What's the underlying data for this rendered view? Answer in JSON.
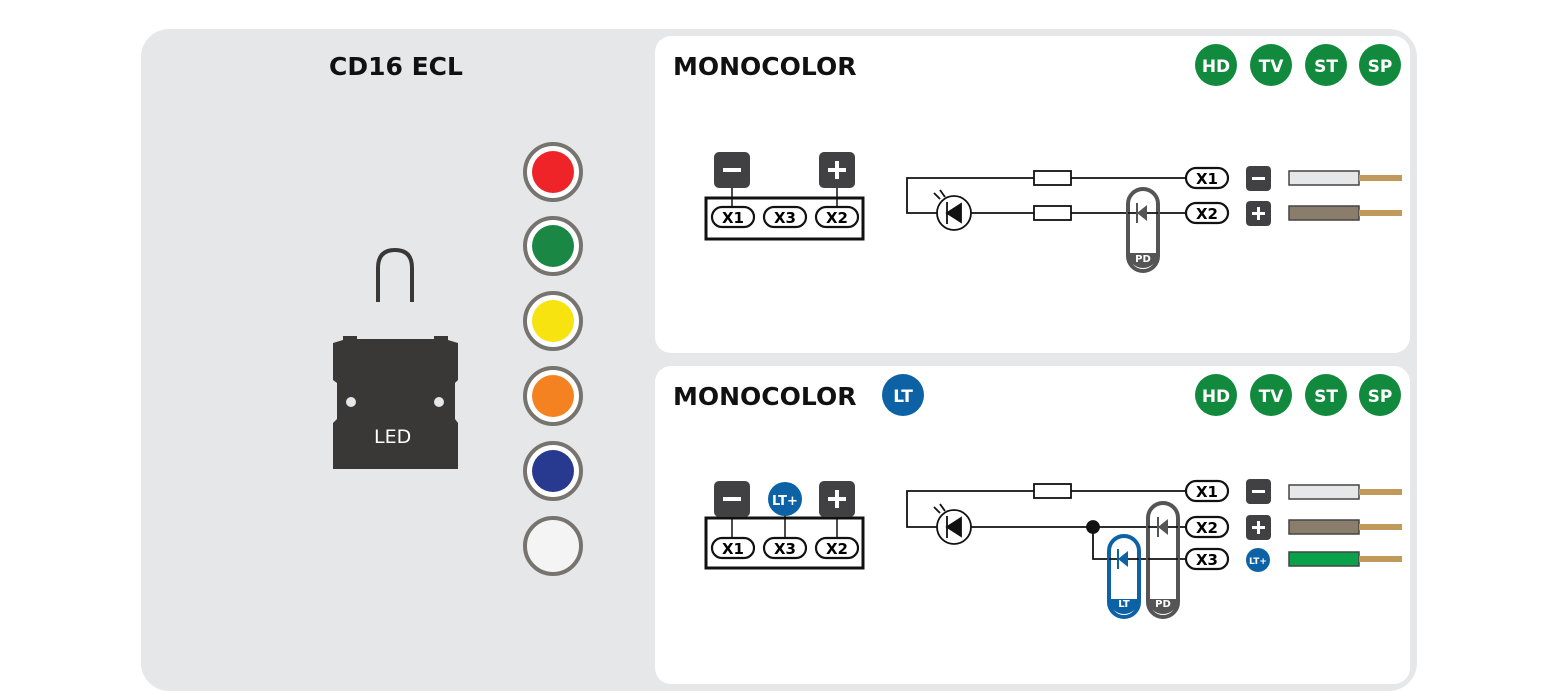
{
  "product": {
    "title": "CD16 ECL",
    "led_label": "LED",
    "color_options": [
      {
        "name": "red",
        "hex": "#ee2428"
      },
      {
        "name": "green",
        "hex": "#1b8745"
      },
      {
        "name": "yellow",
        "hex": "#f7e30f"
      },
      {
        "name": "orange",
        "hex": "#f58220"
      },
      {
        "name": "blue",
        "hex": "#283a8f"
      },
      {
        "name": "white",
        "hex": "#f4f4f4"
      }
    ]
  },
  "badges_colors": {
    "feature": "#128a3e",
    "lt": "#0c62a4",
    "terminal": "#414042",
    "pd": "#555555"
  },
  "panels": [
    {
      "title": "MONOCOLOR",
      "title_badge": null,
      "feature_badges": [
        "HD",
        "TV",
        "ST",
        "SP"
      ],
      "connector": {
        "pins": [
          "X1",
          "X3",
          "X2"
        ],
        "pin_markers": [
          "−",
          "",
          "+"
        ]
      },
      "schematic": {
        "component": "PD",
        "terminals": [
          {
            "label": "X1",
            "polarity": "−",
            "wire_color": "#e6e7e8"
          },
          {
            "label": "X2",
            "polarity": "+",
            "wire_color": "#8b7d6b"
          }
        ]
      }
    },
    {
      "title": "MONOCOLOR",
      "title_badge": "LT",
      "feature_badges": [
        "HD",
        "TV",
        "ST",
        "SP"
      ],
      "connector": {
        "pins": [
          "X1",
          "X3",
          "X2"
        ],
        "pin_markers": [
          "−",
          "LT+",
          "+"
        ]
      },
      "schematic": {
        "components": [
          "LT",
          "PD"
        ],
        "terminals": [
          {
            "label": "X1",
            "polarity": "−",
            "wire_color": "#e6e7e8"
          },
          {
            "label": "X2",
            "polarity": "+",
            "wire_color": "#8b7d6b"
          },
          {
            "label": "X3",
            "polarity": "LT+",
            "wire_color": "#0aa14b"
          }
        ]
      }
    }
  ]
}
